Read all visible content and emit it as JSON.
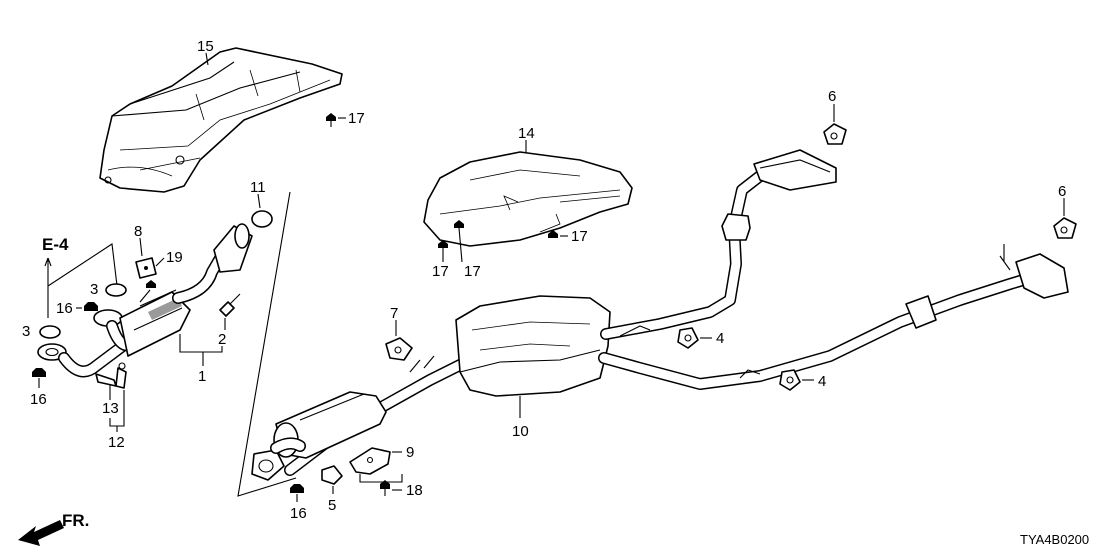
{
  "diagram": {
    "section_ref": "E-4",
    "direction_label": "FR.",
    "diagram_code": "TYA4B0200",
    "callouts": {
      "c1": "1",
      "c2": "2",
      "c3a": "3",
      "c3b": "3",
      "c4a": "4",
      "c4b": "4",
      "c5": "5",
      "c6a": "6",
      "c6b": "6",
      "c7": "7",
      "c8": "8",
      "c9": "9",
      "c10": "10",
      "c11": "11",
      "c12": "12",
      "c13": "13",
      "c14": "14",
      "c15": "15",
      "c16a": "16",
      "c16b": "16",
      "c16c": "16",
      "c17a": "17",
      "c17b": "17",
      "c17c": "17",
      "c17d": "17",
      "c18": "18",
      "c19": "19"
    }
  }
}
